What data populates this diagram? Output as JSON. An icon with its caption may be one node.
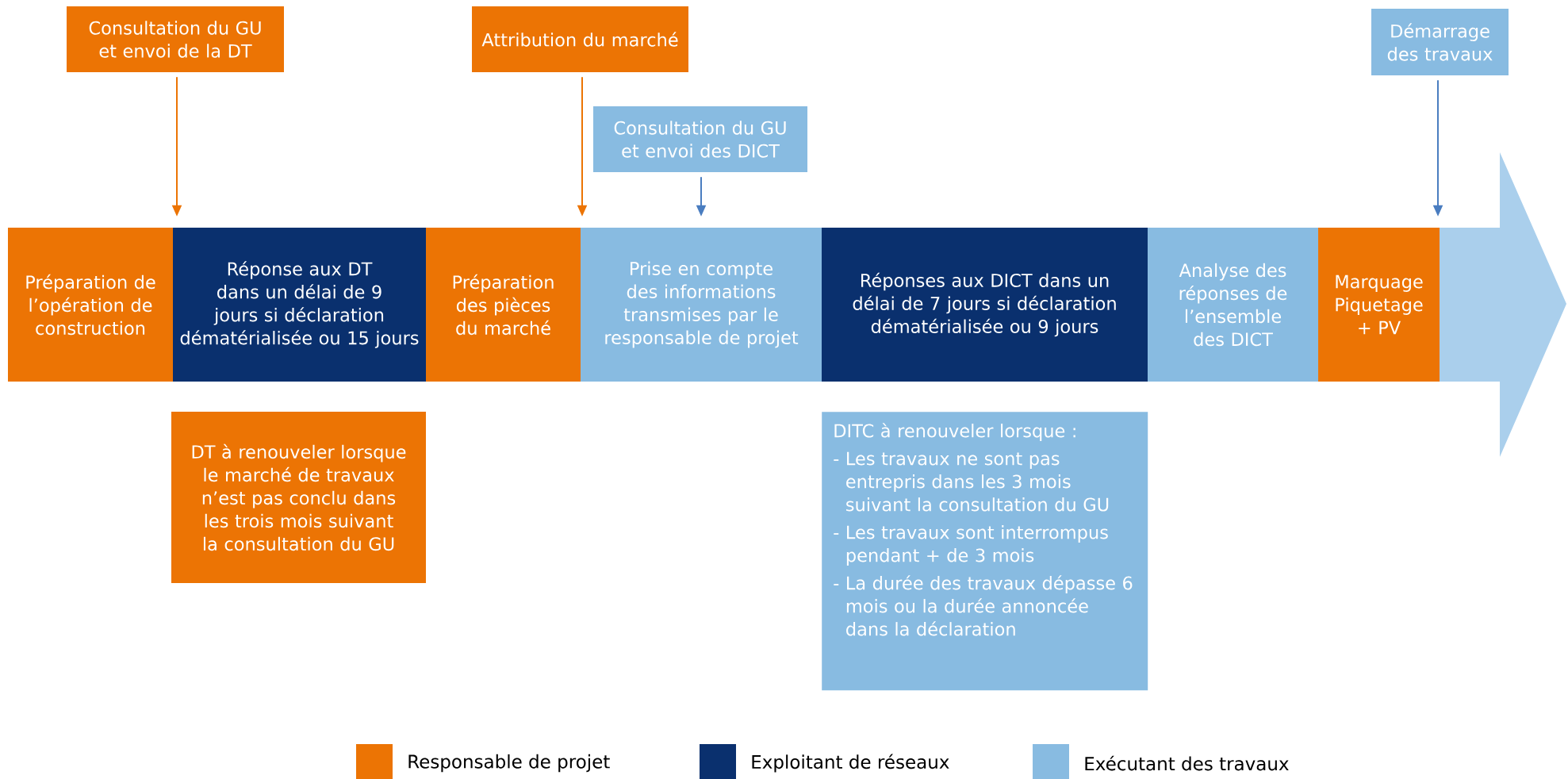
{
  "diagram": {
    "nodes": [
      {
        "text": [
          "Consultation du GU et envoi de la DT"
        ]
      },
      {
        "text": [
          "Attribution du marché"
        ]
      },
      {
        "text": [
          "Consultation du GU et envoi des DICT"
        ]
      },
      {
        "text": [
          "Démarrage des travaux"
        ]
      },
      {
        "text": [
          "Préparation de l’opération de construction"
        ]
      },
      {
        "text": [
          "Réponse aux DT dans un délai de 9 jours si déclaration dématérialisée ou 15 jours"
        ]
      },
      {
        "text": [
          "Préparation des pièces du marché"
        ]
      },
      {
        "text": [
          "Prise en compte des informations transmises par le responsable de projet"
        ]
      },
      {
        "text": [
          "Réponses aux DICT dans un délai de 7 jours si déclaration dématérialisée ou 9 jours"
        ]
      },
      {
        "text": [
          "Analyse des réponses de l’ensemble des DICT"
        ]
      },
      {
        "text": [
          "Marquage Piquetage + PV"
        ]
      },
      {
        "text": [
          "DT à renouveler lorsque le marché de travaux n’est pas conclu dans les trois mois suivant la consultation du GU"
        ]
      },
      {
        "text": [
          "DITC à renouveler lorsque :",
          "- Les travaux ne sont pas entrepris dans les 3 mois suivant la consultation du GU",
          "- Les travaux sont interrompus pendant + de 3 mois",
          "- La durée des travaux dépasse 6 mois ou la durée annoncée dans la déclaration"
        ]
      }
    ],
    "edges": [
      {
        "from": 0,
        "to": 5,
        "arrow": "to",
        "color": "#ec7404"
      },
      {
        "from": 1,
        "to": 7,
        "arrow": "to",
        "color": "#ec7404"
      },
      {
        "from": 2,
        "to": 7,
        "arrow": "to",
        "color": "#4a7dc0"
      },
      {
        "from": 3,
        "to": 10,
        "arrow": "to",
        "color": "#4a7dc0"
      }
    ],
    "legend": [
      {
        "text": "Responsable de projet",
        "color": "#ec7404"
      },
      {
        "text": "Exploitant de réseaux",
        "color": "#0a306e"
      },
      {
        "text": "Exécutant des travaux",
        "color": "#88bbe1"
      }
    ]
  }
}
